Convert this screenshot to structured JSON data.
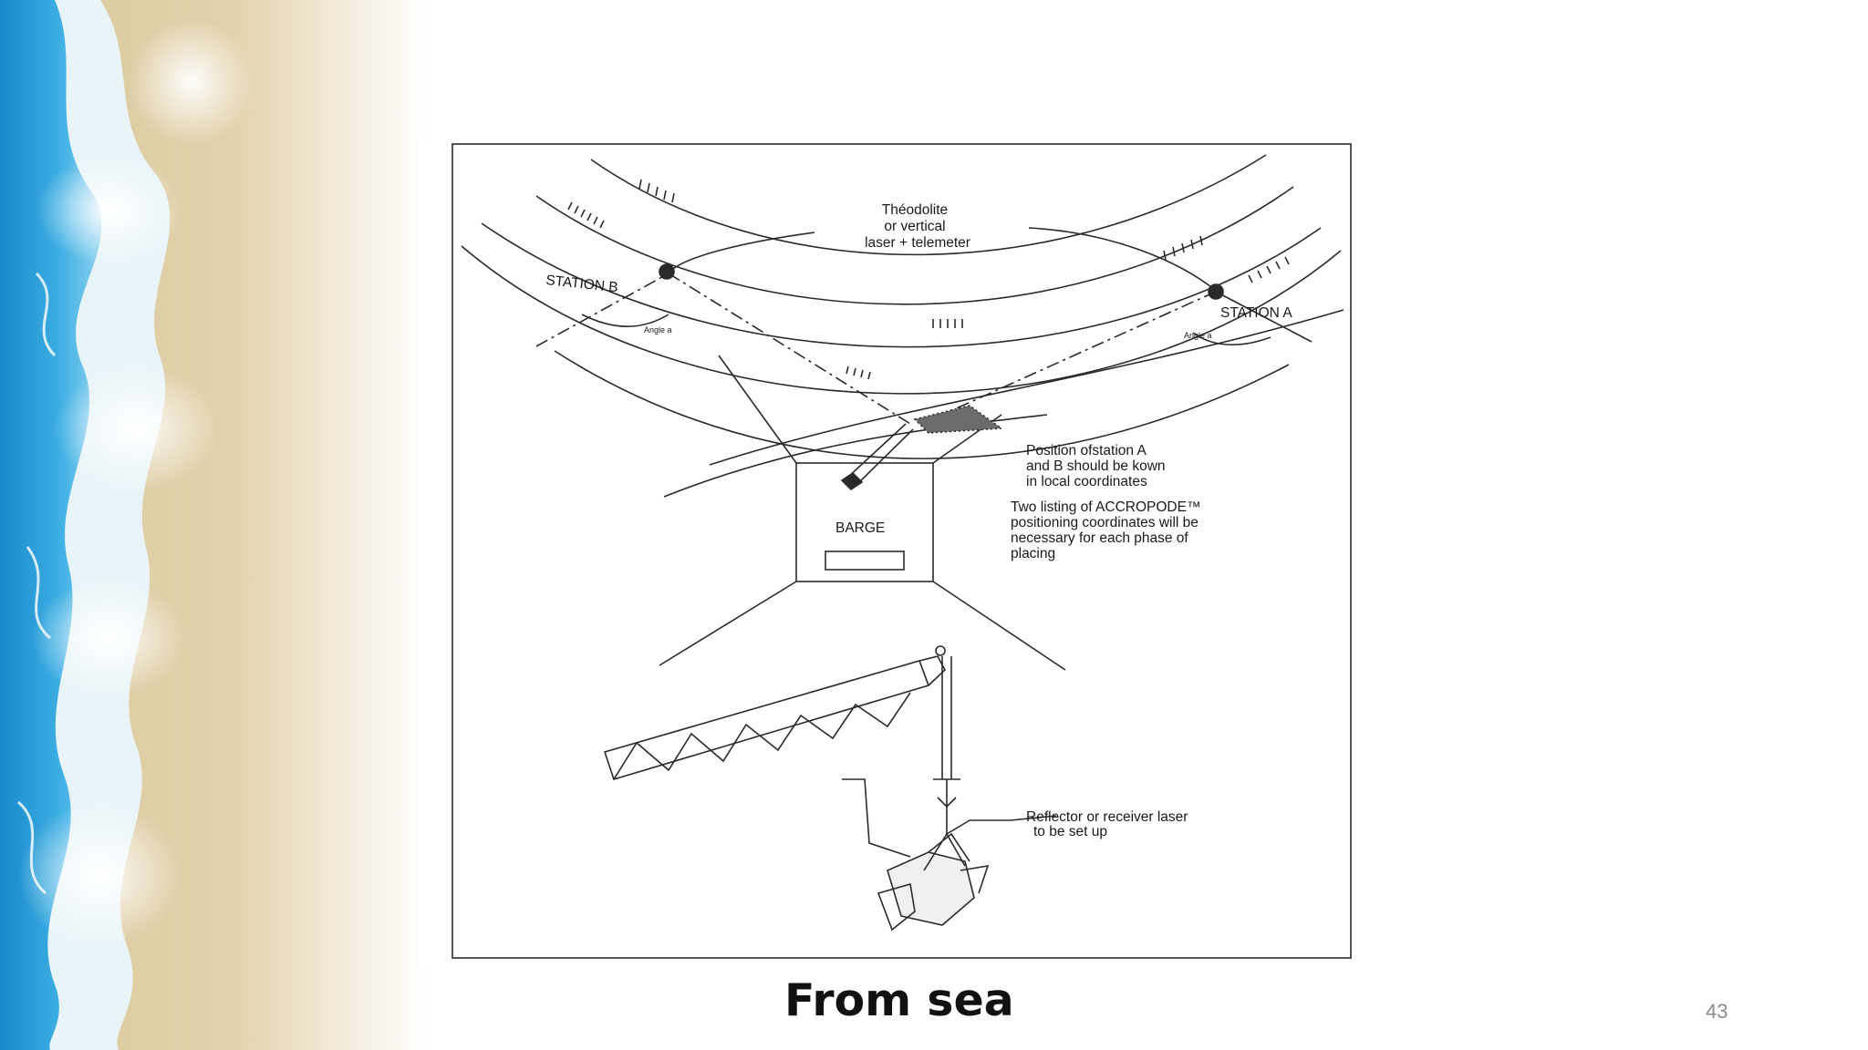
{
  "slide": {
    "caption": "From sea",
    "page_number": "43"
  },
  "diagram": {
    "labels": {
      "instrument_line1": "Théodolite",
      "instrument_line2": "or vertical",
      "instrument_line3": "laser  + telemeter",
      "station_b": "STATION  B",
      "station_a": "STATION  A",
      "angle_b": "Angle  a",
      "angle_a": "Angle  a",
      "barge": "BARGE",
      "position_line1": "Position ofstation A",
      "position_line2": "and B should be kown",
      "position_line3": "in local coordinates",
      "listing_line1": "Two listing of ACCROPODE™",
      "listing_line2": "positioning coordinates will be",
      "listing_line3": "necessary for each phase of",
      "listing_line4": "placing",
      "reflector_line1": "Reflector or receiver laser",
      "reflector_line2": "to be set up"
    }
  }
}
